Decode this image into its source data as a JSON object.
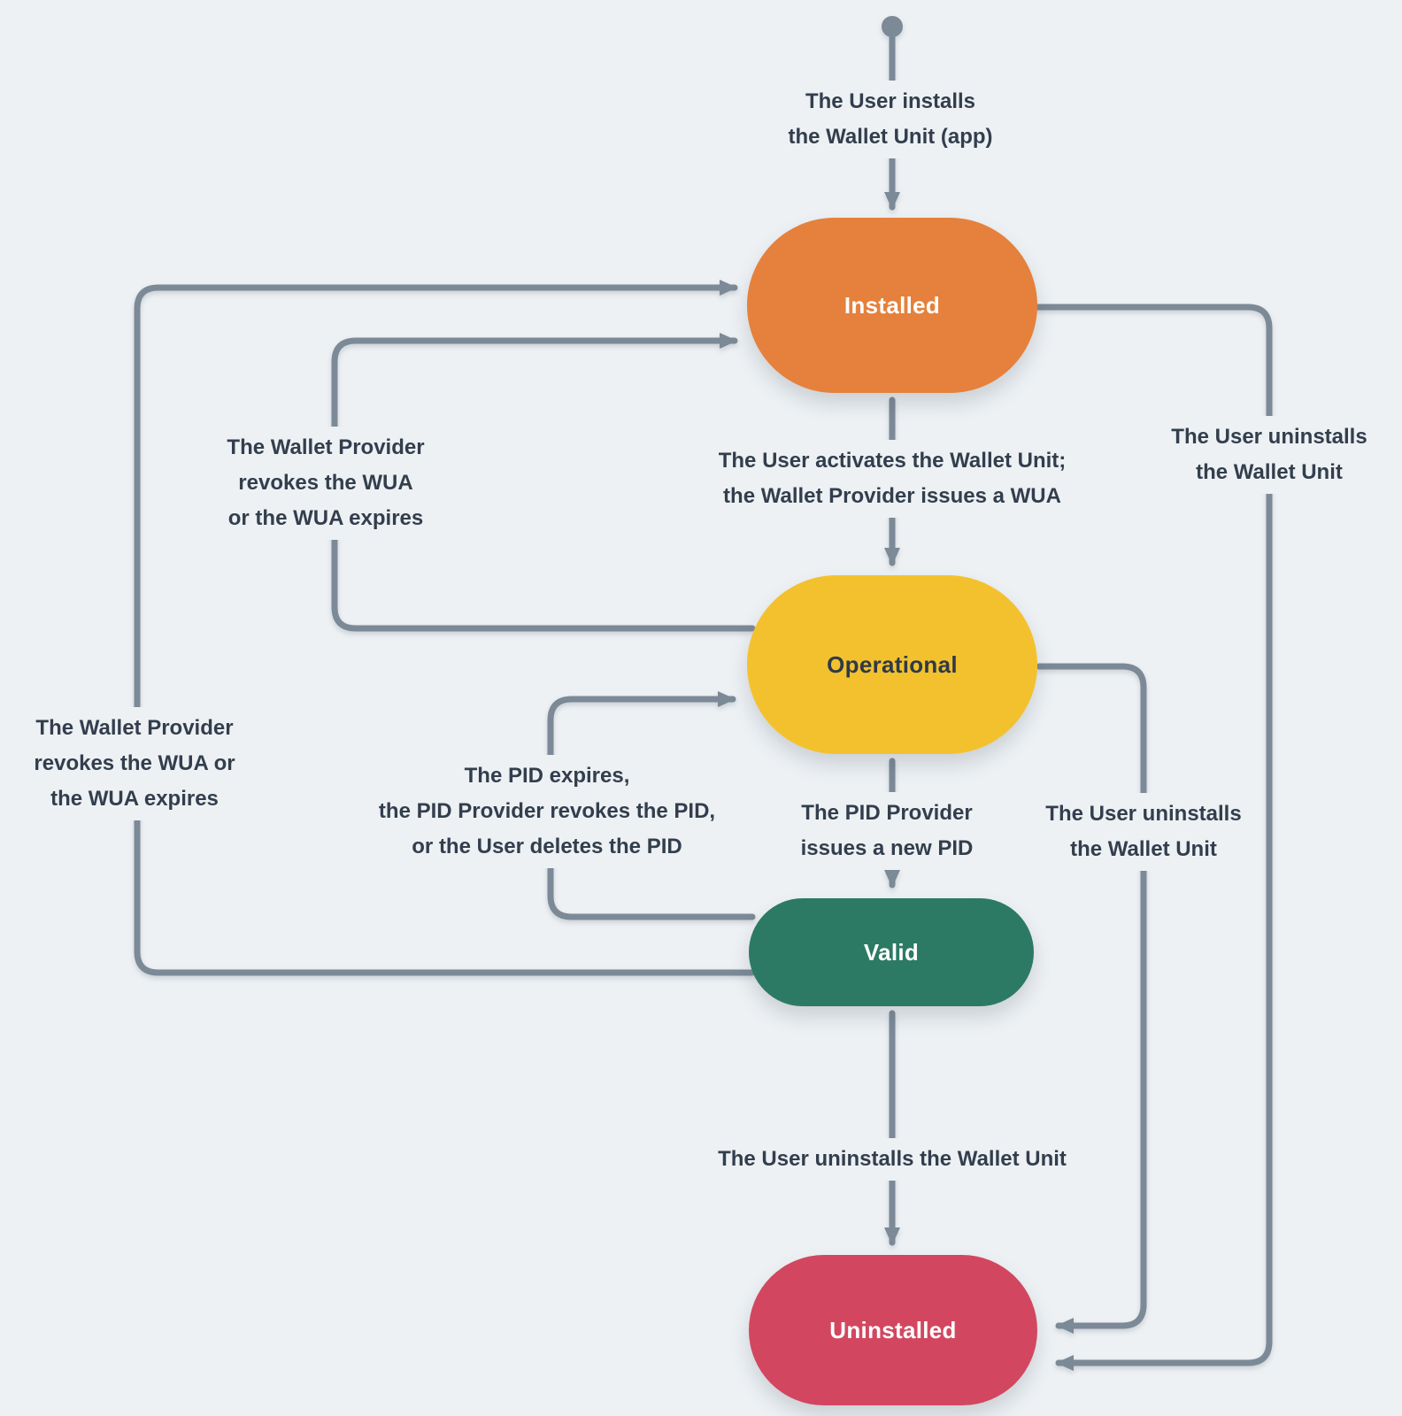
{
  "diagram": {
    "type": "state-machine",
    "background": "#EDF1F4",
    "arrow_color": "#7C8997",
    "label_color": "#333E4D",
    "start_marker": "initial-state-dot",
    "states": [
      {
        "id": "installed",
        "label": "Installed",
        "fill": "#E5813C",
        "text_color": "#FFFFFF"
      },
      {
        "id": "operational",
        "label": "Operational",
        "fill": "#F4C12E",
        "text_color": "#2F3A47"
      },
      {
        "id": "valid",
        "label": "Valid",
        "fill": "#2C7A64",
        "text_color": "#FFFFFF"
      },
      {
        "id": "uninstalled",
        "label": "Uninstalled",
        "fill": "#D2475F",
        "text_color": "#FFFFFF"
      }
    ],
    "transitions": [
      {
        "from": "start",
        "to": "installed",
        "label_lines": [
          "The User installs",
          "the Wallet Unit (app)"
        ]
      },
      {
        "from": "installed",
        "to": "operational",
        "label_lines": [
          "The User activates the Wallet Unit;",
          "the Wallet Provider issues a WUA"
        ]
      },
      {
        "from": "operational",
        "to": "installed",
        "label_lines": [
          "The Wallet Provider",
          "revokes the WUA",
          "or the WUA expires"
        ]
      },
      {
        "from": "operational",
        "to": "valid",
        "label_lines": [
          "The PID Provider",
          "issues a new PID"
        ]
      },
      {
        "from": "valid",
        "to": "operational",
        "label_lines": [
          "The PID expires,",
          "the PID Provider revokes the PID,",
          "or the User deletes the PID"
        ]
      },
      {
        "from": "valid",
        "to": "installed",
        "label_lines": [
          "The Wallet Provider",
          "revokes the WUA or",
          "the WUA expires"
        ]
      },
      {
        "from": "installed",
        "to": "uninstalled",
        "label_lines": [
          "The User uninstalls",
          "the Wallet Unit"
        ]
      },
      {
        "from": "operational",
        "to": "uninstalled",
        "label_lines": [
          "The User uninstalls",
          "the Wallet Unit"
        ]
      },
      {
        "from": "valid",
        "to": "uninstalled",
        "label_lines": [
          "The User uninstalls the Wallet Unit"
        ]
      }
    ]
  }
}
